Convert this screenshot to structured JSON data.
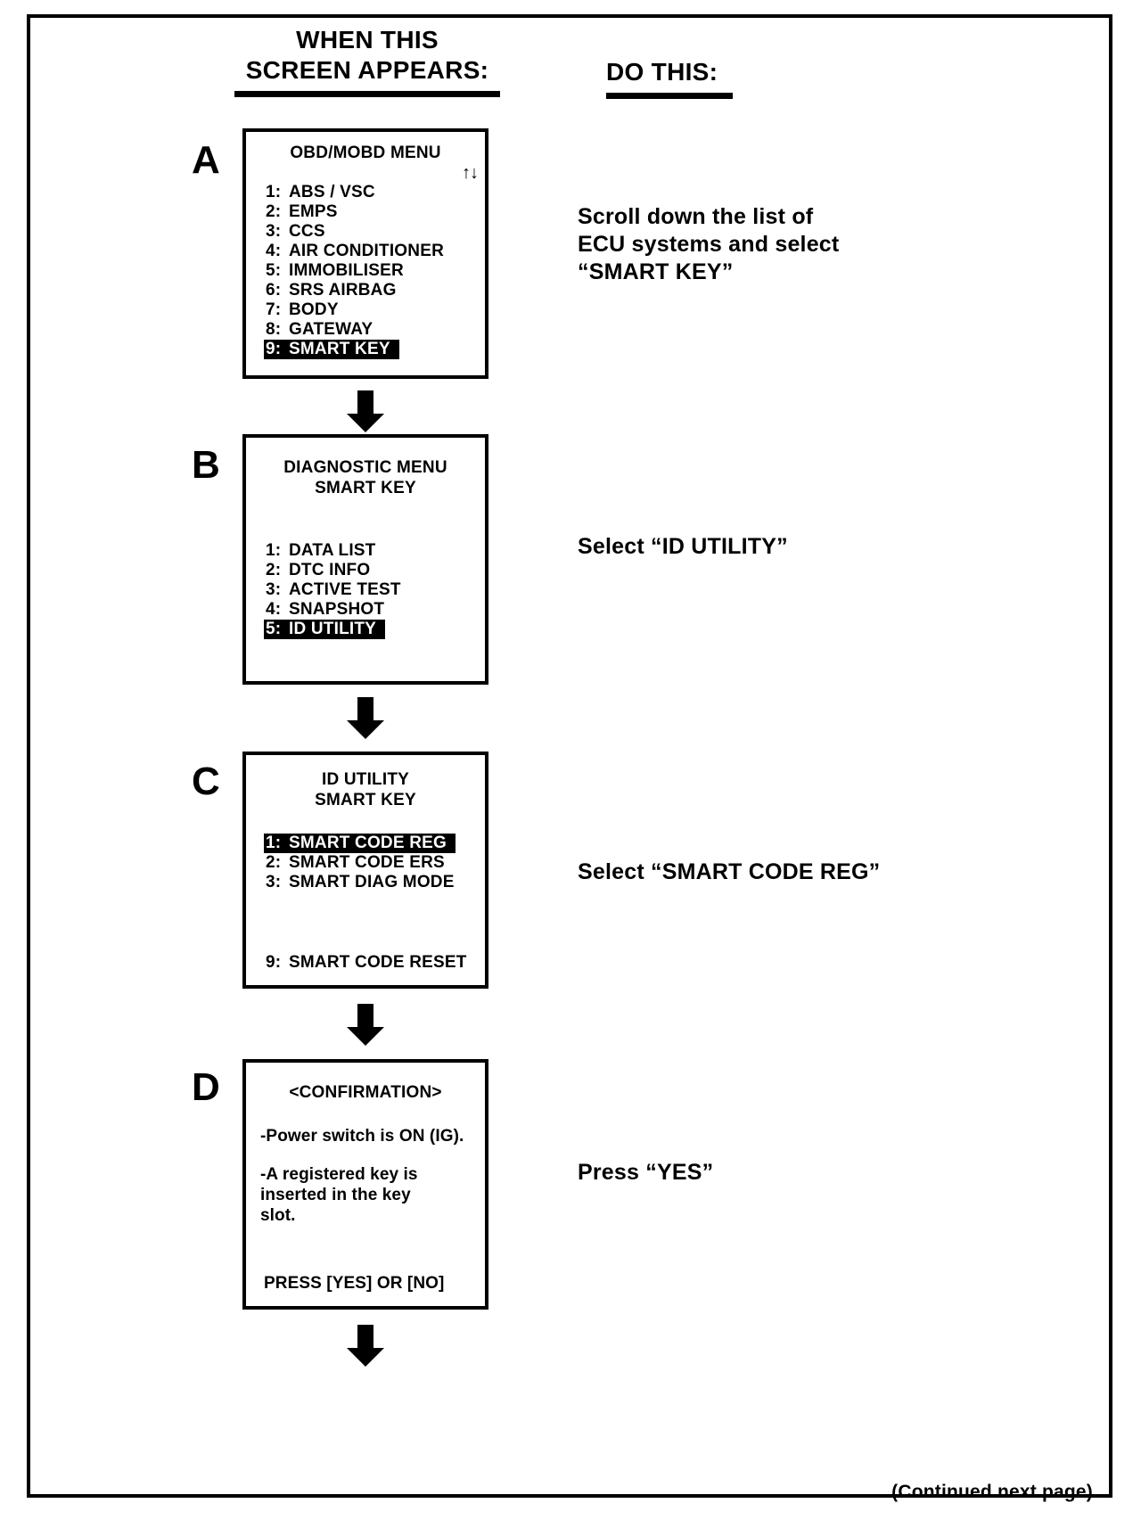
{
  "header": {
    "left_line1": "WHEN THIS",
    "left_line2": "SCREEN APPEARS:",
    "right": "DO THIS:"
  },
  "steps": [
    {
      "letter": "A",
      "screen": {
        "title_lines": [
          "OBD/MOBD MENU"
        ],
        "scroll_arrows": "↑↓",
        "items": [
          {
            "index": "1:",
            "label": "ABS / VSC",
            "selected": false
          },
          {
            "index": "2:",
            "label": "EMPS",
            "selected": false
          },
          {
            "index": "3:",
            "label": "CCS",
            "selected": false
          },
          {
            "index": "4:",
            "label": "AIR CONDITIONER",
            "selected": false
          },
          {
            "index": "5:",
            "label": "IMMOBILISER",
            "selected": false
          },
          {
            "index": "6:",
            "label": "SRS AIRBAG",
            "selected": false
          },
          {
            "index": "7:",
            "label": "BODY",
            "selected": false
          },
          {
            "index": "8:",
            "label": "GATEWAY",
            "selected": false
          },
          {
            "index": "9:",
            "label": "SMART KEY",
            "selected": true
          }
        ]
      },
      "instruction": "Scroll down the list of\nECU systems and select\n“SMART KEY”"
    },
    {
      "letter": "B",
      "screen": {
        "title_lines": [
          "DIAGNOSTIC MENU",
          "SMART KEY"
        ],
        "items": [
          {
            "index": "1:",
            "label": "DATA LIST",
            "selected": false
          },
          {
            "index": "2:",
            "label": "DTC INFO",
            "selected": false
          },
          {
            "index": "3:",
            "label": "ACTIVE TEST",
            "selected": false
          },
          {
            "index": "4:",
            "label": "SNAPSHOT",
            "selected": false
          },
          {
            "index": "5:",
            "label": "ID UTILITY",
            "selected": true
          }
        ]
      },
      "instruction": "Select “ID UTILITY”"
    },
    {
      "letter": "C",
      "screen": {
        "title_lines": [
          "ID UTILITY",
          "SMART KEY"
        ],
        "items": [
          {
            "index": "1:",
            "label": "SMART CODE REG",
            "selected": true
          },
          {
            "index": "2:",
            "label": "SMART CODE ERS",
            "selected": false
          },
          {
            "index": "3:",
            "label": "SMART DIAG MODE",
            "selected": false
          }
        ],
        "bottom_item": {
          "index": "9:",
          "label": "SMART CODE RESET"
        }
      },
      "instruction": "Select “SMART CODE REG”"
    },
    {
      "letter": "D",
      "screen": {
        "title_lines": [
          "<CONFIRMATION>"
        ],
        "body_lines": [
          "-Power switch is ON (IG).",
          "-A registered key is\n  inserted in the key\n  slot."
        ],
        "footer_prompt": "PRESS [YES] OR [NO]"
      },
      "instruction": "Press “YES”"
    }
  ],
  "footer": "(Continued next page)"
}
